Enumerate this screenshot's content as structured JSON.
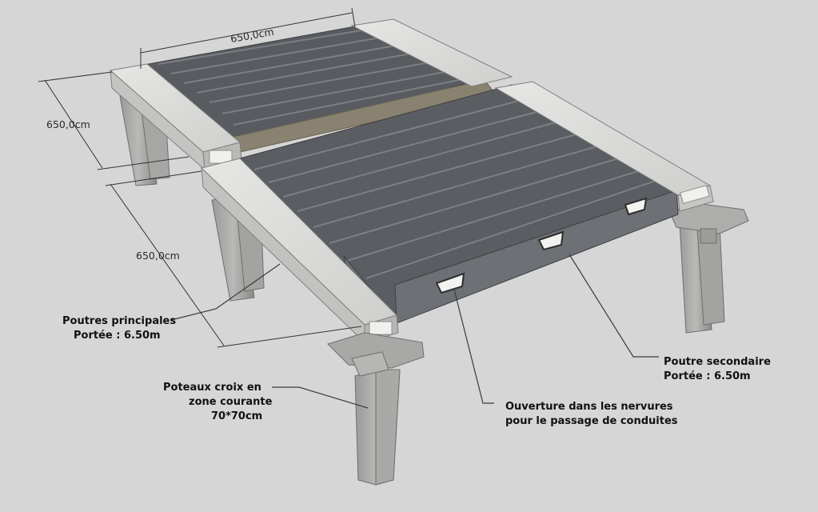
{
  "dimensions": {
    "top": "650,0cm",
    "left_upper": "650,0cm",
    "left_lower": "650,0cm"
  },
  "labels": {
    "main_beams": {
      "line1": "Poutres principales",
      "line2": "Portée : 6.50m"
    },
    "columns": {
      "line1": "Poteaux croix en",
      "line2": "zone courante",
      "line3": "70*70cm"
    },
    "secondary_beam": {
      "line1": "Poutre secondaire",
      "line2": "Portée : 6.50m"
    },
    "openings": {
      "line1": "Ouverture dans les nervures",
      "line2": "pour le passage de conduites"
    }
  },
  "colors": {
    "background": "#d6d6d6",
    "concrete_light": "#dcdcda",
    "concrete_mid": "#bfbfbd",
    "concrete_dark": "#8f8f8d",
    "slab": "#5b5e62",
    "slab_side": "#6a6d71",
    "joint": "#8a8270",
    "leader": "#3a3a3a"
  }
}
